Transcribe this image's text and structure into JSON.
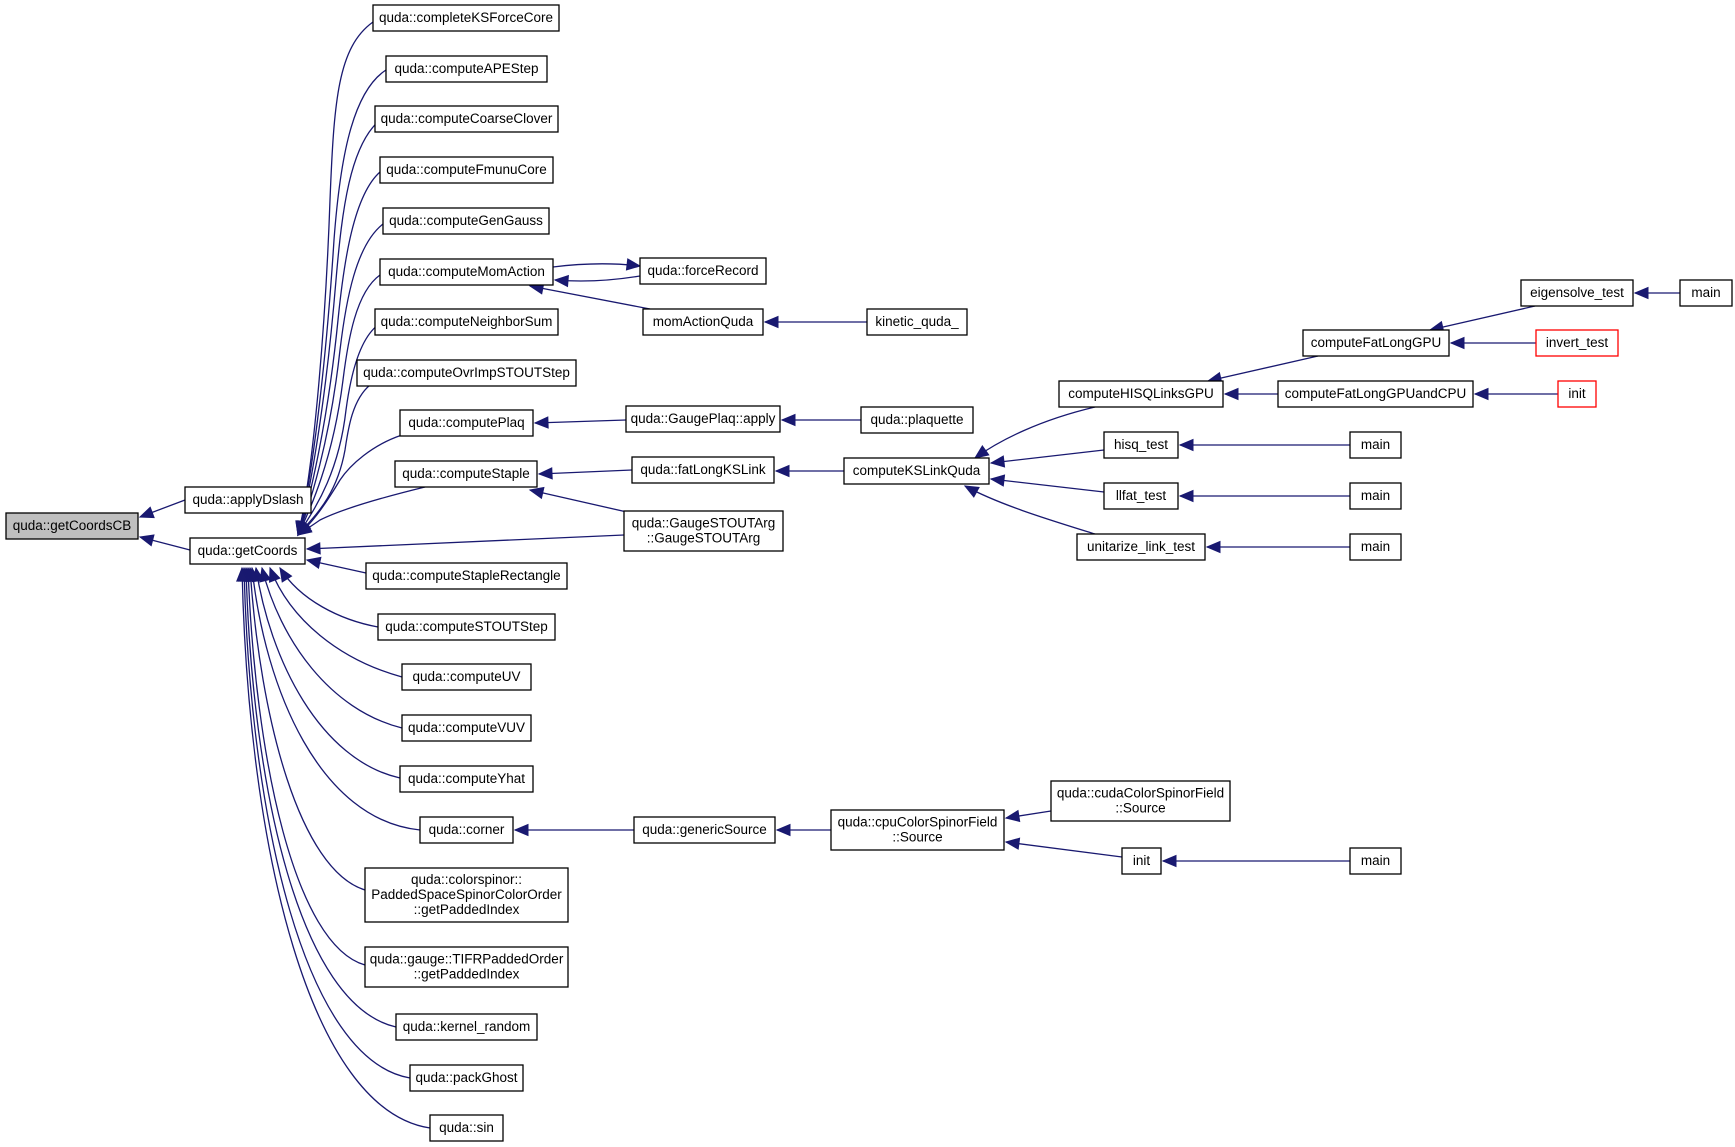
{
  "graph": {
    "root": "getCoordsCB",
    "nodes": {
      "getCoordsCB": {
        "lines": [
          "quda::getCoordsCB"
        ],
        "root": true
      },
      "applyDslash": {
        "lines": [
          "quda::applyDslash"
        ]
      },
      "getCoords": {
        "lines": [
          "quda::getCoords"
        ]
      },
      "completeKSForceCore": {
        "lines": [
          "quda::completeKSForceCore"
        ]
      },
      "computeAPEStep": {
        "lines": [
          "quda::computeAPEStep"
        ]
      },
      "computeCoarseClover": {
        "lines": [
          "quda::computeCoarseClover"
        ]
      },
      "computeFmunuCore": {
        "lines": [
          "quda::computeFmunuCore"
        ]
      },
      "computeGenGauss": {
        "lines": [
          "quda::computeGenGauss"
        ]
      },
      "computeMomAction": {
        "lines": [
          "quda::computeMomAction"
        ]
      },
      "computeNeighborSum": {
        "lines": [
          "quda::computeNeighborSum"
        ]
      },
      "computeOvrImpSTOUTStep": {
        "lines": [
          "quda::computeOvrImpSTOUTStep"
        ]
      },
      "computePlaq": {
        "lines": [
          "quda::computePlaq"
        ]
      },
      "computeStaple": {
        "lines": [
          "quda::computeStaple"
        ]
      },
      "computeStapleRectangle": {
        "lines": [
          "quda::computeStapleRectangle"
        ]
      },
      "computeSTOUTStep": {
        "lines": [
          "quda::computeSTOUTStep"
        ]
      },
      "computeUV": {
        "lines": [
          "quda::computeUV"
        ]
      },
      "computeVUV": {
        "lines": [
          "quda::computeVUV"
        ]
      },
      "computeYhat": {
        "lines": [
          "quda::computeYhat"
        ]
      },
      "corner": {
        "lines": [
          "quda::corner"
        ]
      },
      "getPaddedIndexCS": {
        "lines": [
          "quda::colorspinor::",
          "PaddedSpaceSpinorColorOrder",
          "::getPaddedIndex"
        ]
      },
      "getPaddedIndexTIFR": {
        "lines": [
          "quda::gauge::TIFRPaddedOrder",
          "::getPaddedIndex"
        ]
      },
      "kernel_random": {
        "lines": [
          "quda::kernel_random"
        ]
      },
      "packGhost": {
        "lines": [
          "quda::packGhost"
        ]
      },
      "sin": {
        "lines": [
          "quda::sin"
        ]
      },
      "forceRecord": {
        "lines": [
          "quda::forceRecord"
        ]
      },
      "momActionQuda": {
        "lines": [
          "momActionQuda"
        ]
      },
      "kinetic_quda_": {
        "lines": [
          "kinetic_quda_"
        ]
      },
      "GaugePlaqApply": {
        "lines": [
          "quda::GaugePlaq::apply"
        ]
      },
      "plaquette": {
        "lines": [
          "quda::plaquette"
        ]
      },
      "fatLongKSLink": {
        "lines": [
          "quda::fatLongKSLink"
        ]
      },
      "GaugeSTOUTArg": {
        "lines": [
          "quda::GaugeSTOUTArg",
          "::GaugeSTOUTArg"
        ]
      },
      "computeKSLinkQuda": {
        "lines": [
          "computeKSLinkQuda"
        ]
      },
      "computeHISQLinksGPU": {
        "lines": [
          "computeHISQLinksGPU"
        ]
      },
      "hisq_test": {
        "lines": [
          "hisq_test"
        ]
      },
      "llfat_test": {
        "lines": [
          "llfat_test"
        ]
      },
      "unitarize_link_test": {
        "lines": [
          "unitarize_link_test"
        ]
      },
      "computeFatLongGPU": {
        "lines": [
          "computeFatLongGPU"
        ]
      },
      "computeFatLongGPUandCPU": {
        "lines": [
          "computeFatLongGPUandCPU"
        ]
      },
      "eigensolve_test": {
        "lines": [
          "eigensolve_test"
        ]
      },
      "main_eig": {
        "lines": [
          "main"
        ]
      },
      "invert_test": {
        "lines": [
          "invert_test"
        ],
        "truncated": true
      },
      "init_trunc": {
        "lines": [
          "init"
        ],
        "truncated": true
      },
      "main_hisq": {
        "lines": [
          "main"
        ]
      },
      "main_llfat": {
        "lines": [
          "main"
        ]
      },
      "main_unit": {
        "lines": [
          "main"
        ]
      },
      "genericSource": {
        "lines": [
          "quda::genericSource"
        ]
      },
      "cpuSource": {
        "lines": [
          "quda::cpuColorSpinorField",
          "::Source"
        ]
      },
      "cudaSource": {
        "lines": [
          "quda::cudaColorSpinorField",
          "::Source"
        ]
      },
      "init_src": {
        "lines": [
          "init"
        ]
      },
      "main_init": {
        "lines": [
          "main"
        ]
      }
    },
    "edges": [
      [
        "getCoordsCB",
        "applyDslash"
      ],
      [
        "getCoordsCB",
        "getCoords"
      ],
      [
        "getCoords",
        "completeKSForceCore"
      ],
      [
        "getCoords",
        "computeAPEStep"
      ],
      [
        "getCoords",
        "computeCoarseClover"
      ],
      [
        "getCoords",
        "computeFmunuCore"
      ],
      [
        "getCoords",
        "computeGenGauss"
      ],
      [
        "getCoords",
        "computeMomAction"
      ],
      [
        "getCoords",
        "computeNeighborSum"
      ],
      [
        "getCoords",
        "computeOvrImpSTOUTStep"
      ],
      [
        "getCoords",
        "computePlaq"
      ],
      [
        "getCoords",
        "computeStaple"
      ],
      [
        "getCoords",
        "GaugeSTOUTArg"
      ],
      [
        "getCoords",
        "computeStapleRectangle"
      ],
      [
        "getCoords",
        "computeSTOUTStep"
      ],
      [
        "getCoords",
        "computeUV"
      ],
      [
        "getCoords",
        "computeVUV"
      ],
      [
        "getCoords",
        "computeYhat"
      ],
      [
        "getCoords",
        "corner"
      ],
      [
        "getCoords",
        "getPaddedIndexCS"
      ],
      [
        "getCoords",
        "getPaddedIndexTIFR"
      ],
      [
        "getCoords",
        "kernel_random"
      ],
      [
        "getCoords",
        "packGhost"
      ],
      [
        "getCoords",
        "sin"
      ],
      [
        "computeMomAction",
        "forceRecord"
      ],
      [
        "forceRecord",
        "computeMomAction"
      ],
      [
        "computeMomAction",
        "momActionQuda"
      ],
      [
        "momActionQuda",
        "kinetic_quda_"
      ],
      [
        "computePlaq",
        "GaugePlaqApply"
      ],
      [
        "GaugePlaqApply",
        "plaquette"
      ],
      [
        "computeStaple",
        "fatLongKSLink"
      ],
      [
        "computeStaple",
        "GaugeSTOUTArg"
      ],
      [
        "fatLongKSLink",
        "computeKSLinkQuda"
      ],
      [
        "computeKSLinkQuda",
        "computeHISQLinksGPU"
      ],
      [
        "computeKSLinkQuda",
        "hisq_test"
      ],
      [
        "computeKSLinkQuda",
        "llfat_test"
      ],
      [
        "computeKSLinkQuda",
        "unitarize_link_test"
      ],
      [
        "computeHISQLinksGPU",
        "computeFatLongGPU"
      ],
      [
        "computeHISQLinksGPU",
        "computeFatLongGPUandCPU"
      ],
      [
        "computeFatLongGPU",
        "eigensolve_test"
      ],
      [
        "computeFatLongGPU",
        "invert_test"
      ],
      [
        "eigensolve_test",
        "main_eig"
      ],
      [
        "computeFatLongGPUandCPU",
        "init_trunc"
      ],
      [
        "hisq_test",
        "main_hisq"
      ],
      [
        "llfat_test",
        "main_llfat"
      ],
      [
        "unitarize_link_test",
        "main_unit"
      ],
      [
        "corner",
        "genericSource"
      ],
      [
        "genericSource",
        "cpuSource"
      ],
      [
        "cpuSource",
        "cudaSource"
      ],
      [
        "cpuSource",
        "init_src"
      ],
      [
        "init_src",
        "main_init"
      ]
    ]
  },
  "colors": {
    "edge": "#191970",
    "node_border": "#000000",
    "root_fill": "#bfbfbf",
    "truncated_border": "#ff0000",
    "background": "#ffffff"
  }
}
